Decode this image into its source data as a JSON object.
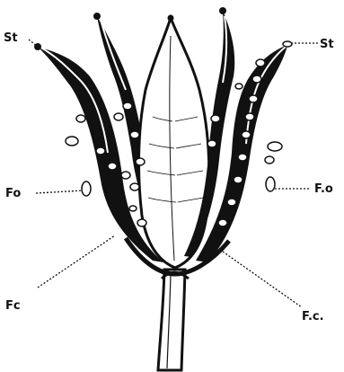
{
  "labels": {
    "stigma_left": "St",
    "stigma_right": "St",
    "ovule_left": "Fo",
    "ovule_right": "F.o",
    "carpel_left": "Fc",
    "carpel_right": "F.c."
  },
  "colors": {
    "ink": "#111111",
    "paper": "#ffffff"
  }
}
